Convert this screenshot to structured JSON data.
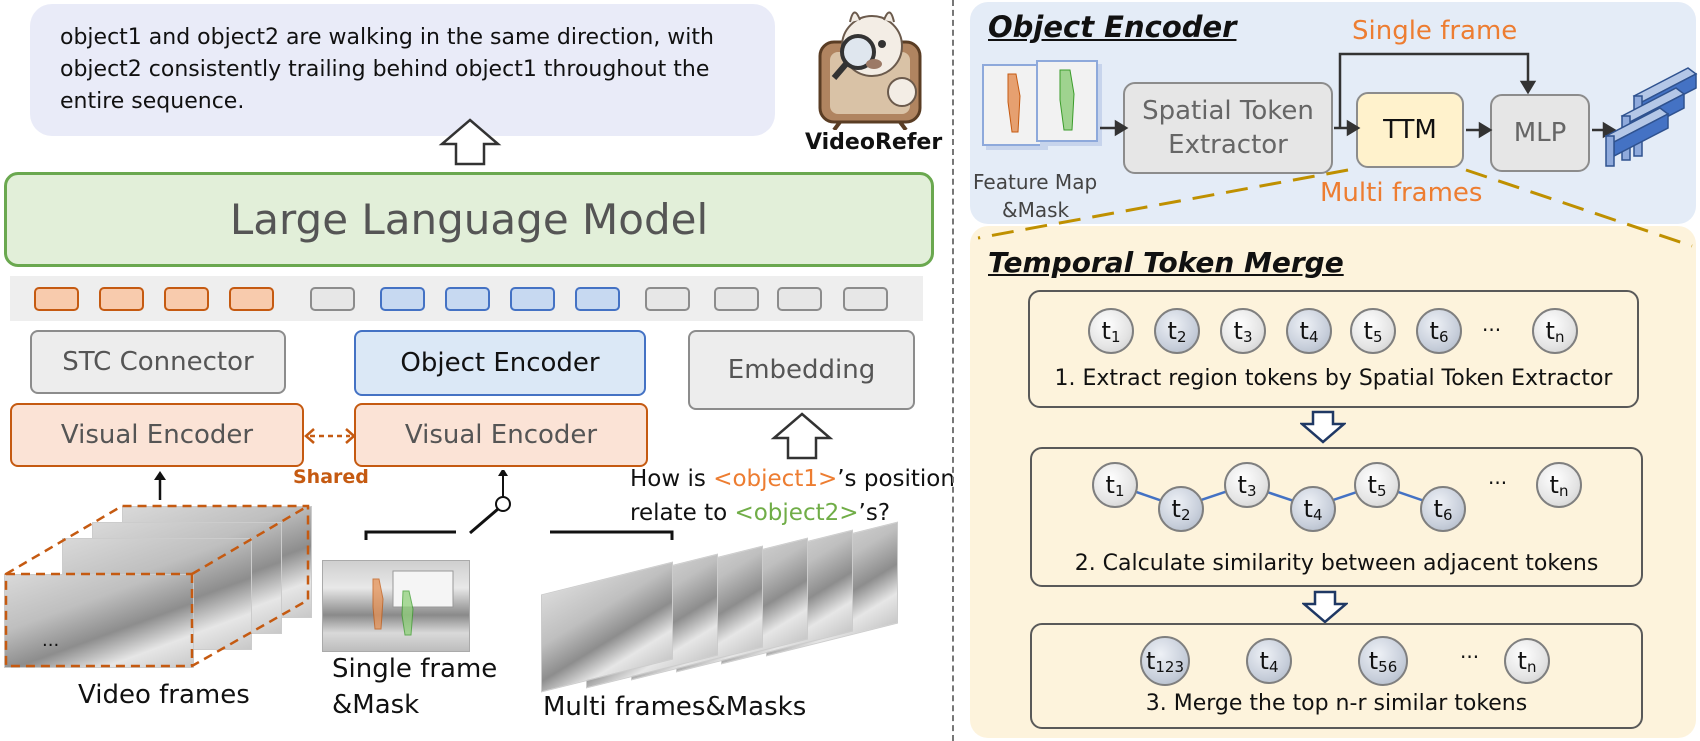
{
  "bubble_text": "object1 and object2 are walking in the same direction, with object2 consistently trailing behind object1 throughout the entire sequence.",
  "brand": "VideoRefer",
  "llm": "Large Language Model",
  "stc_connector": "STC Connector",
  "object_encoder": "Object Encoder",
  "embedding": "Embedding",
  "visual_encoder": "Visual Encoder",
  "shared": "Shared",
  "question": {
    "p1": "How is ",
    "obj1": "<object1>",
    "p2": "’s position",
    "p3": "relate to ",
    "obj2": "<object2>",
    "p4": "’s?"
  },
  "video_frames": "Video frames",
  "single_frame_line1": "Single frame",
  "single_frame_line2": "&Mask",
  "multi_frames": "Multi frames&Masks",
  "ellipsis_small": "...",
  "right": {
    "obj_title": "Object Encoder",
    "single_frame": "Single frame",
    "multi_frames": "Multi frames",
    "feature_map_line1": "Feature Map",
    "feature_map_line2": "&Mask",
    "spatial_line1": "Spatial Token",
    "spatial_line2": "Extractor",
    "ttm": "TTM",
    "mlp": "MLP",
    "ttm_title": "Temporal Token Merge",
    "step1": "1. Extract region tokens by Spatial Token Extractor",
    "step2": "2. Calculate similarity between adjacent tokens",
    "step3": "3. Merge the top n-r similar tokens",
    "t": "t",
    "dots": "···",
    "sub": [
      "1",
      "2",
      "3",
      "4",
      "5",
      "6",
      "n",
      "123",
      "56"
    ]
  },
  "colors": {
    "orange": "#c55a11",
    "green_text": "#70ad47",
    "blue": "#4472c4",
    "llm_fill": "#e2efd9",
    "ttm_fill": "#fff2cc",
    "label_orange": "#ed7d31"
  }
}
